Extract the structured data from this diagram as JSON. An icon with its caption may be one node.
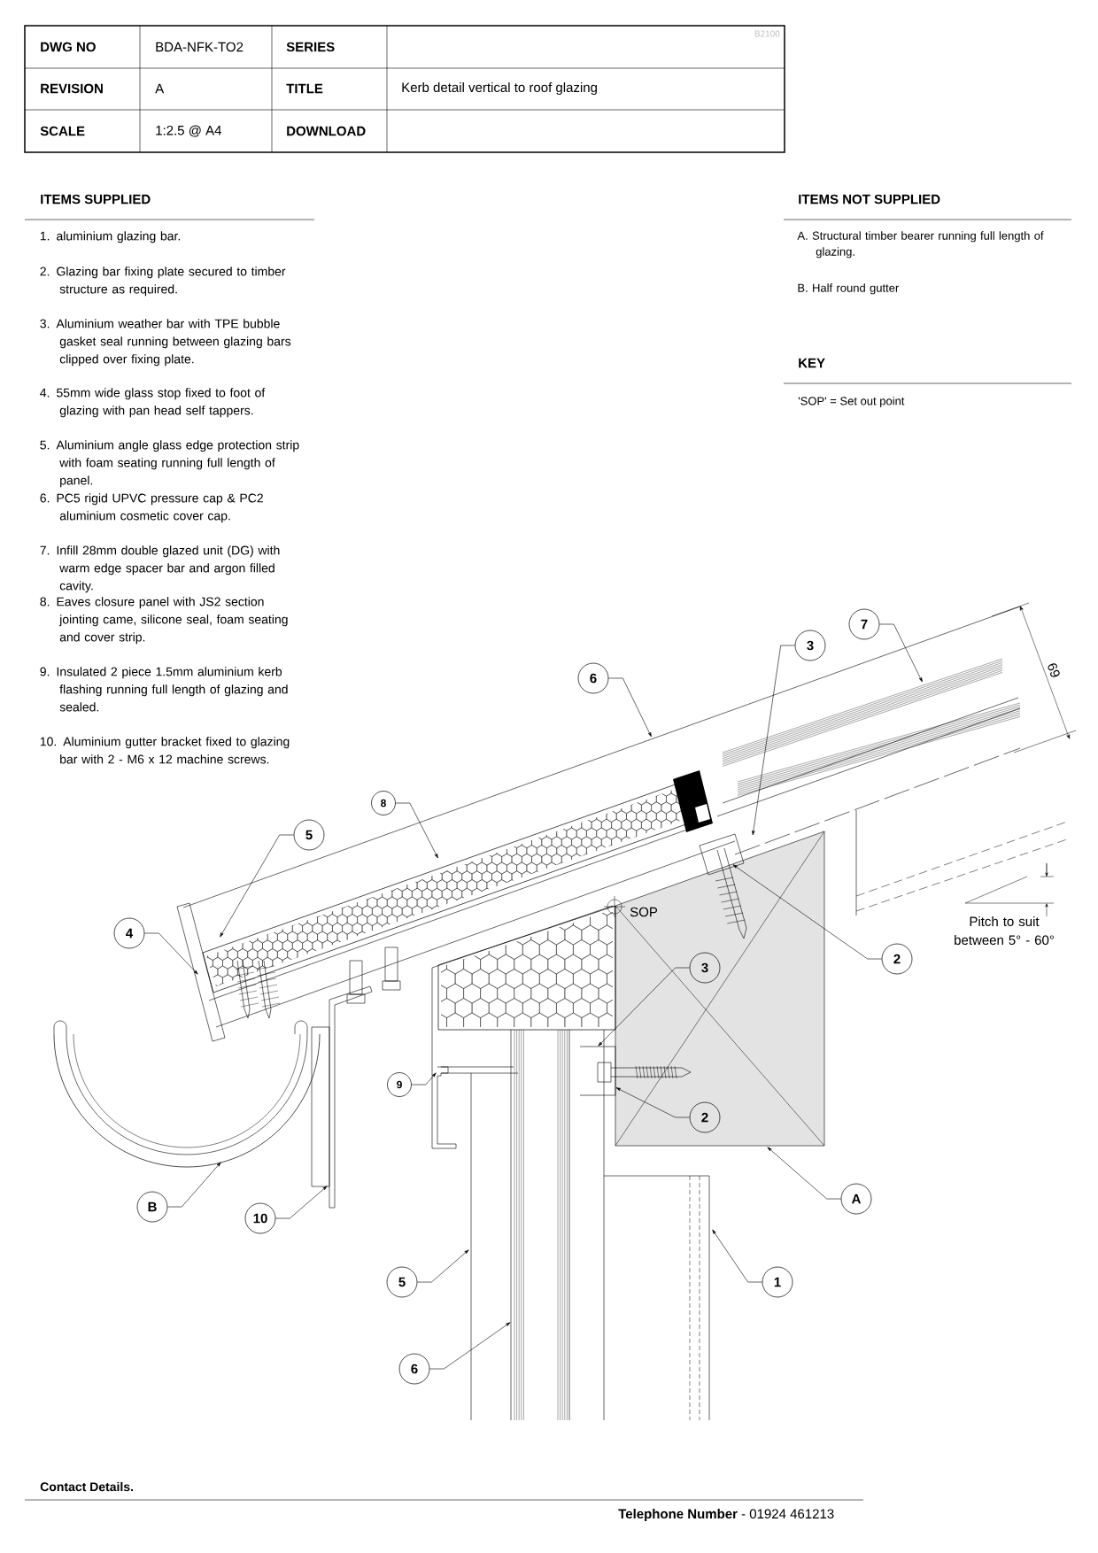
{
  "diagram": {
    "nodes": [
      {
        "text": [
          "7"
        ]
      },
      {
        "text": [
          "3"
        ]
      },
      {
        "text": [
          "6"
        ]
      },
      {
        "text": [
          "8"
        ]
      },
      {
        "text": [
          "5"
        ]
      },
      {
        "text": [
          "4"
        ]
      },
      {
        "text": [
          "2"
        ]
      },
      {
        "text": [
          "3"
        ]
      },
      {
        "text": [
          "9"
        ]
      },
      {
        "text": [
          "2"
        ]
      },
      {
        "text": [
          "A"
        ]
      },
      {
        "text": [
          "B"
        ]
      },
      {
        "text": [
          "10"
        ]
      },
      {
        "text": [
          "5"
        ]
      },
      {
        "text": [
          "6"
        ]
      },
      {
        "text": [
          "1"
        ]
      }
    ],
    "edges": [
      {
        "from": 0,
        "to": null,
        "arrow": "to"
      },
      {
        "from": 1,
        "to": null,
        "arrow": "to"
      },
      {
        "from": 2,
        "to": null,
        "arrow": "to"
      },
      {
        "from": 3,
        "to": null,
        "arrow": "to"
      },
      {
        "from": 4,
        "to": null,
        "arrow": "to"
      },
      {
        "from": 5,
        "to": null,
        "arrow": "to"
      },
      {
        "from": 6,
        "to": null,
        "arrow": "to"
      },
      {
        "from": 7,
        "to": null,
        "arrow": "to"
      },
      {
        "from": 8,
        "to": null,
        "arrow": "to"
      },
      {
        "from": 9,
        "to": null,
        "arrow": "to"
      },
      {
        "from": 10,
        "to": null,
        "arrow": "to"
      },
      {
        "from": 11,
        "to": null,
        "arrow": "to"
      },
      {
        "from": 12,
        "to": null,
        "arrow": "to"
      },
      {
        "from": 13,
        "to": null,
        "arrow": "to"
      },
      {
        "from": 14,
        "to": null,
        "arrow": "to"
      },
      {
        "from": 15,
        "to": null,
        "arrow": "to"
      }
    ],
    "labels": [
      "DWG NO",
      "BDA-NFK-TO2",
      "SERIES",
      "REVISION",
      "A",
      "TITLE",
      "Kerb detail vertical to roof glazing",
      "SCALE",
      "1:2.5 @ A4",
      "DOWNLOAD",
      "B2100",
      "ITEMS SUPPLIED",
      "1. aluminium glazing bar.",
      "2. Glazing bar fixing plate secured to timber structure as required.",
      "3. Aluminium weather bar with TPE bubble gasket seal running between glazing bars clipped over fixing plate.",
      "4. 55mm wide glass stop fixed to foot of glazing with pan head self tappers.",
      "5. Aluminium angle glass edge protection strip with foam seating running full length of panel.",
      "6. PC5 rigid UPVC pressure cap & PC2 aluminium cosmetic cover cap.",
      "7. Infill 28mm double glazed unit (DG) with warm edge spacer bar and argon filled cavity.",
      "8. Eaves closure panel with JS2 section jointing came, silicone seal, foam seating and cover strip.",
      "9. Insulated 2 piece 1.5mm aluminium kerb flashing running full length of glazing and sealed.",
      "10. Aluminium gutter bracket fixed to glazing bar with 2 - M6 x 12 machine screws.",
      "ITEMS NOT SUPPLIED",
      "A. Structural timber bearer running full length of glazing.",
      "B. Half round gutter",
      "KEY",
      "'SOP' = Set out point",
      "SOP",
      "69",
      "Pitch to suit between 5° - 60°",
      "Contact Details.",
      "**Telephone Number** - 01924 461213"
    ]
  }
}
